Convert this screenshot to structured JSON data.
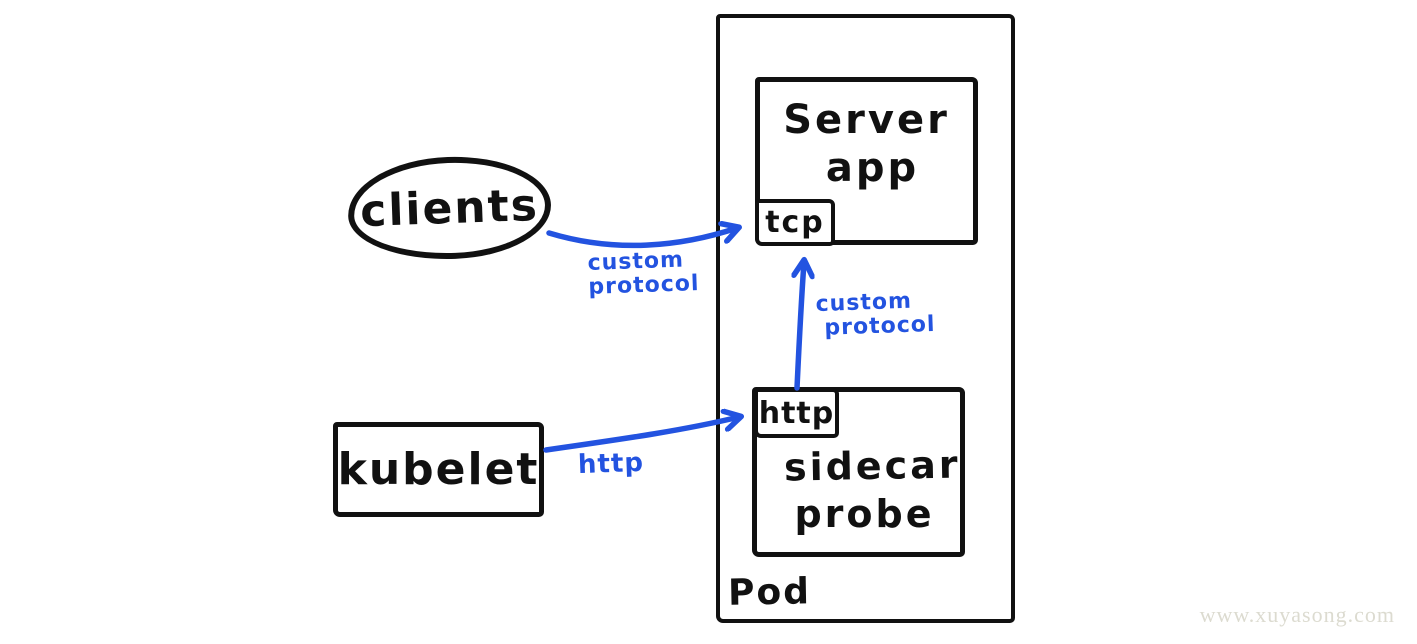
{
  "diagram": {
    "clients": {
      "label": "clients"
    },
    "kubelet": {
      "label": "kubelet"
    },
    "pod": {
      "label": "Pod"
    },
    "server_app": {
      "lines": [
        "Server",
        "app"
      ]
    },
    "tcp_port": {
      "label": "tcp"
    },
    "sidecar_probe": {
      "lines": [
        "sidecar",
        "probe"
      ]
    },
    "http_port": {
      "label": "http"
    },
    "edges": {
      "clients_to_tcp": {
        "lines": [
          "custom",
          "protocol"
        ]
      },
      "http_to_tcp": {
        "lines": [
          "custom",
          "protocol"
        ]
      },
      "kubelet_to_http": {
        "label": "http"
      }
    },
    "colors": {
      "ink": "#111111",
      "arrow": "#2353e0",
      "watermark_text": "#dcdbd0"
    }
  },
  "watermark": "www.xuyasong.com"
}
